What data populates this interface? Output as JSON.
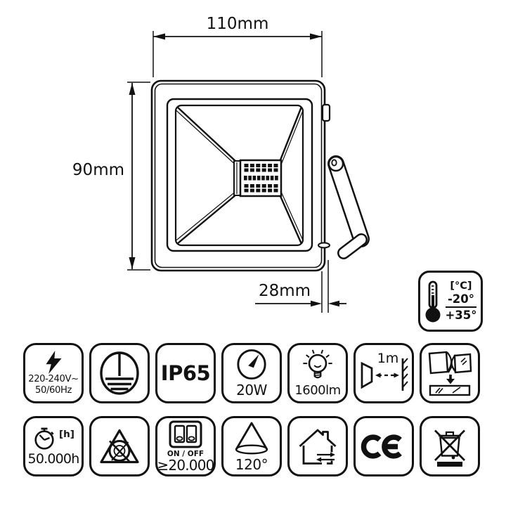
{
  "dimensions": {
    "width": "110mm",
    "height": "90mm",
    "depth": "28mm"
  },
  "temperature_range": {
    "unit": "[°C]",
    "min": "-20°",
    "max": "+35°"
  },
  "colors": {
    "line": "#111111",
    "background": "#ffffff"
  },
  "specs": {
    "row1": [
      {
        "name": "power-supply",
        "icon": "lightning-icon",
        "line1": "220-240V~",
        "line2": "50/60Hz"
      },
      {
        "name": "protection-class-1",
        "icon": "earth-ground-icon"
      },
      {
        "name": "ip-rating",
        "label": "IP65"
      },
      {
        "name": "wattage",
        "icon": "power-dial-icon",
        "label": "20W"
      },
      {
        "name": "luminous-flux",
        "icon": "light-bulb-icon",
        "label": "1600lm"
      },
      {
        "name": "min-distance",
        "icon": "distance-wall-icon",
        "label": "1m"
      },
      {
        "name": "replace-broken-glass",
        "icon": "broken-glass-icon"
      }
    ],
    "row2": [
      {
        "name": "lifetime",
        "icon": "stopwatch-icon",
        "unit": "[h]",
        "label": "50.000h"
      },
      {
        "name": "not-dimmable",
        "icon": "no-dimming-icon"
      },
      {
        "name": "switch-cycles",
        "icon": "switch-icon",
        "line1": "ON / OFF",
        "line2": "≥20.000"
      },
      {
        "name": "beam-angle",
        "icon": "cone-icon",
        "label": "120°"
      },
      {
        "name": "indoor-outdoor-use",
        "icon": "house-arrows-icon"
      },
      {
        "name": "ce-mark",
        "icon": "ce-icon",
        "label": "CE"
      },
      {
        "name": "weee-disposal",
        "icon": "crossed-bin-icon"
      }
    ]
  }
}
